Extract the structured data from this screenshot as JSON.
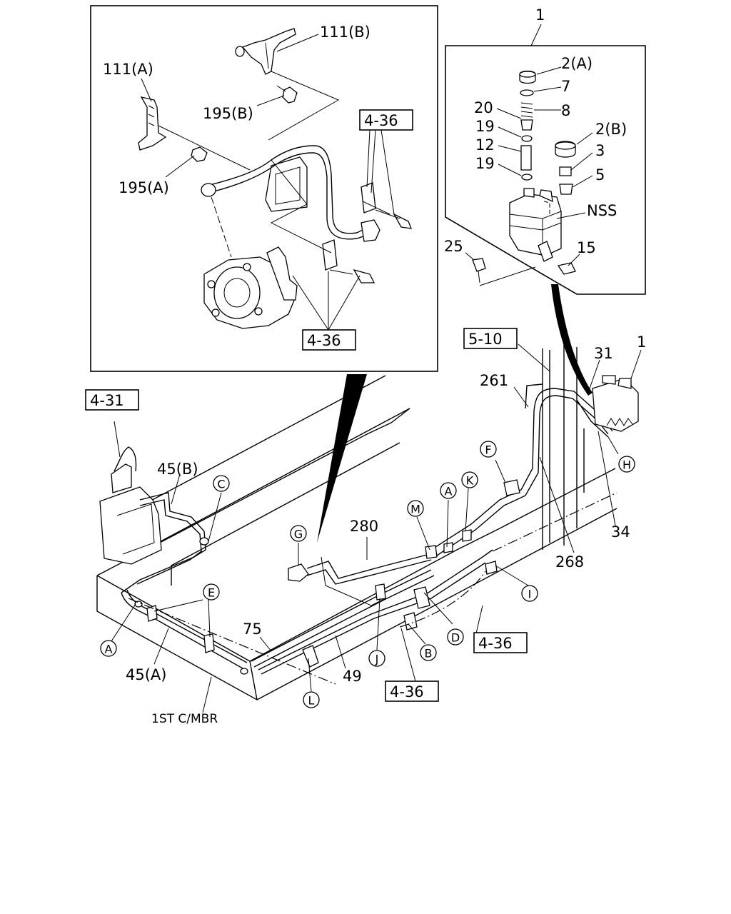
{
  "labels": {
    "l111b": "111(B)",
    "l111a": "111(A)",
    "l195b": "195(B)",
    "l195a": "195(A)",
    "l1_top": "1",
    "l2a": "2(A)",
    "l7": "7",
    "l8": "8",
    "l20": "20",
    "l19a": "19",
    "l12": "12",
    "l19b": "19",
    "l2b": "2(B)",
    "l3": "3",
    "l5": "5",
    "lnss": "NSS",
    "l25": "25",
    "l15": "15",
    "l31": "31",
    "l1_right": "1",
    "l261": "261",
    "l45b": "45(B)",
    "l280": "280",
    "l34": "34",
    "l268": "268",
    "l75": "75",
    "l45a": "45(A)",
    "l49": "49",
    "l1st": "1ST C/MBR"
  },
  "boxed_refs": {
    "r436_top": "4-36",
    "r436_mid": "4-36",
    "r510": "5-10",
    "r431": "4-31",
    "r436_right": "4-36",
    "r436_bottom": "4-36"
  },
  "circled": {
    "c_c": "C",
    "c_f": "F",
    "c_k": "K",
    "c_a_mid": "A",
    "c_m": "M",
    "c_g": "G",
    "c_h": "H",
    "c_e": "E",
    "c_i": "I",
    "c_a_left": "A",
    "c_j": "J",
    "c_d": "D",
    "c_b": "B",
    "c_l": "L"
  }
}
